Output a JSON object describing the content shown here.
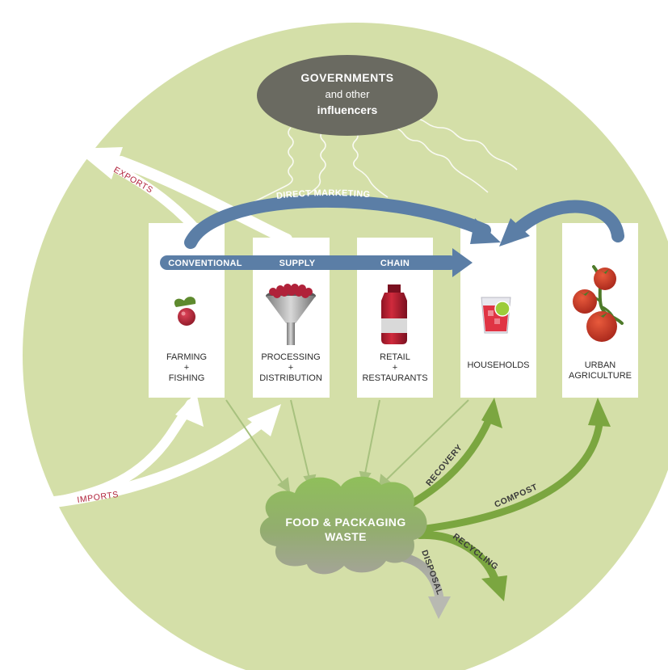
{
  "governments": {
    "line1": "GOVERNMENTS",
    "line2": "and other",
    "line3": "influencers"
  },
  "direct_marketing": "DIRECT MARKETING",
  "exports": "EXPORTS",
  "imports": "IMPORTS",
  "conventional_supply_chain": {
    "conventional": "CONVENTIONAL",
    "supply": "SUPPLY",
    "chain": "CHAIN"
  },
  "stages": [
    {
      "line1": "FARMING",
      "line2": "+",
      "line3": "FISHING",
      "icon": "berry-icon"
    },
    {
      "line1": "PROCESSING",
      "line2": "+",
      "line3": "DISTRIBUTION",
      "icon": "funnel-icon"
    },
    {
      "line1": "RETAIL",
      "line2": "+",
      "line3": "RESTAURANTS",
      "icon": "jar-icon"
    },
    {
      "line1": "HOUSEHOLDS",
      "icon": "glass-icon"
    },
    {
      "line1": "URBAN",
      "line2": "AGRICULTURE",
      "icon": "tomato-vine-icon"
    }
  ],
  "waste": {
    "line1": "FOOD & PACKAGING",
    "line2": "WASTE"
  },
  "waste_flows": {
    "recovery": "RECOVERY",
    "compost": "COMPOST",
    "recycling": "RECYCLING",
    "disposal": "DISPOSAL"
  },
  "colors": {
    "circle": "#d4dfa8",
    "chain_blue": "#5b7ea6",
    "green_arrow": "#7ba640",
    "cloud_top": "#8fbf5a",
    "cloud_bottom": "#9ea08f",
    "gov_ellipse": "#6a6a61",
    "export_red": "#b0223a"
  }
}
